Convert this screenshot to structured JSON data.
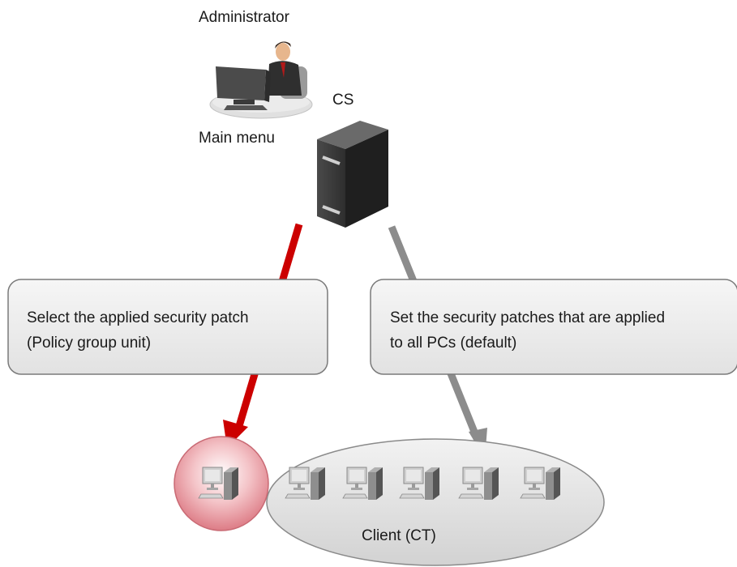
{
  "administrator_label": "Administrator",
  "main_menu_label": "Main menu",
  "server_label": "CS",
  "callout_left": {
    "line1": "Select the applied security patch",
    "line2": "(Policy group unit)"
  },
  "callout_right": {
    "line1": "Set the security patches that are applied",
    "line2": "to all PCs (default)"
  },
  "client_label": "Client (CT)",
  "icons": [
    "administrator-icon",
    "server-icon",
    "client-pc-icon"
  ],
  "colors": {
    "red_arrow": "#cc0000",
    "gray_arrow": "#8c8c8c",
    "callout_fill": "#ececec",
    "client_ellipse": "#e4e4e4",
    "selected_client": "#e89aa2"
  }
}
